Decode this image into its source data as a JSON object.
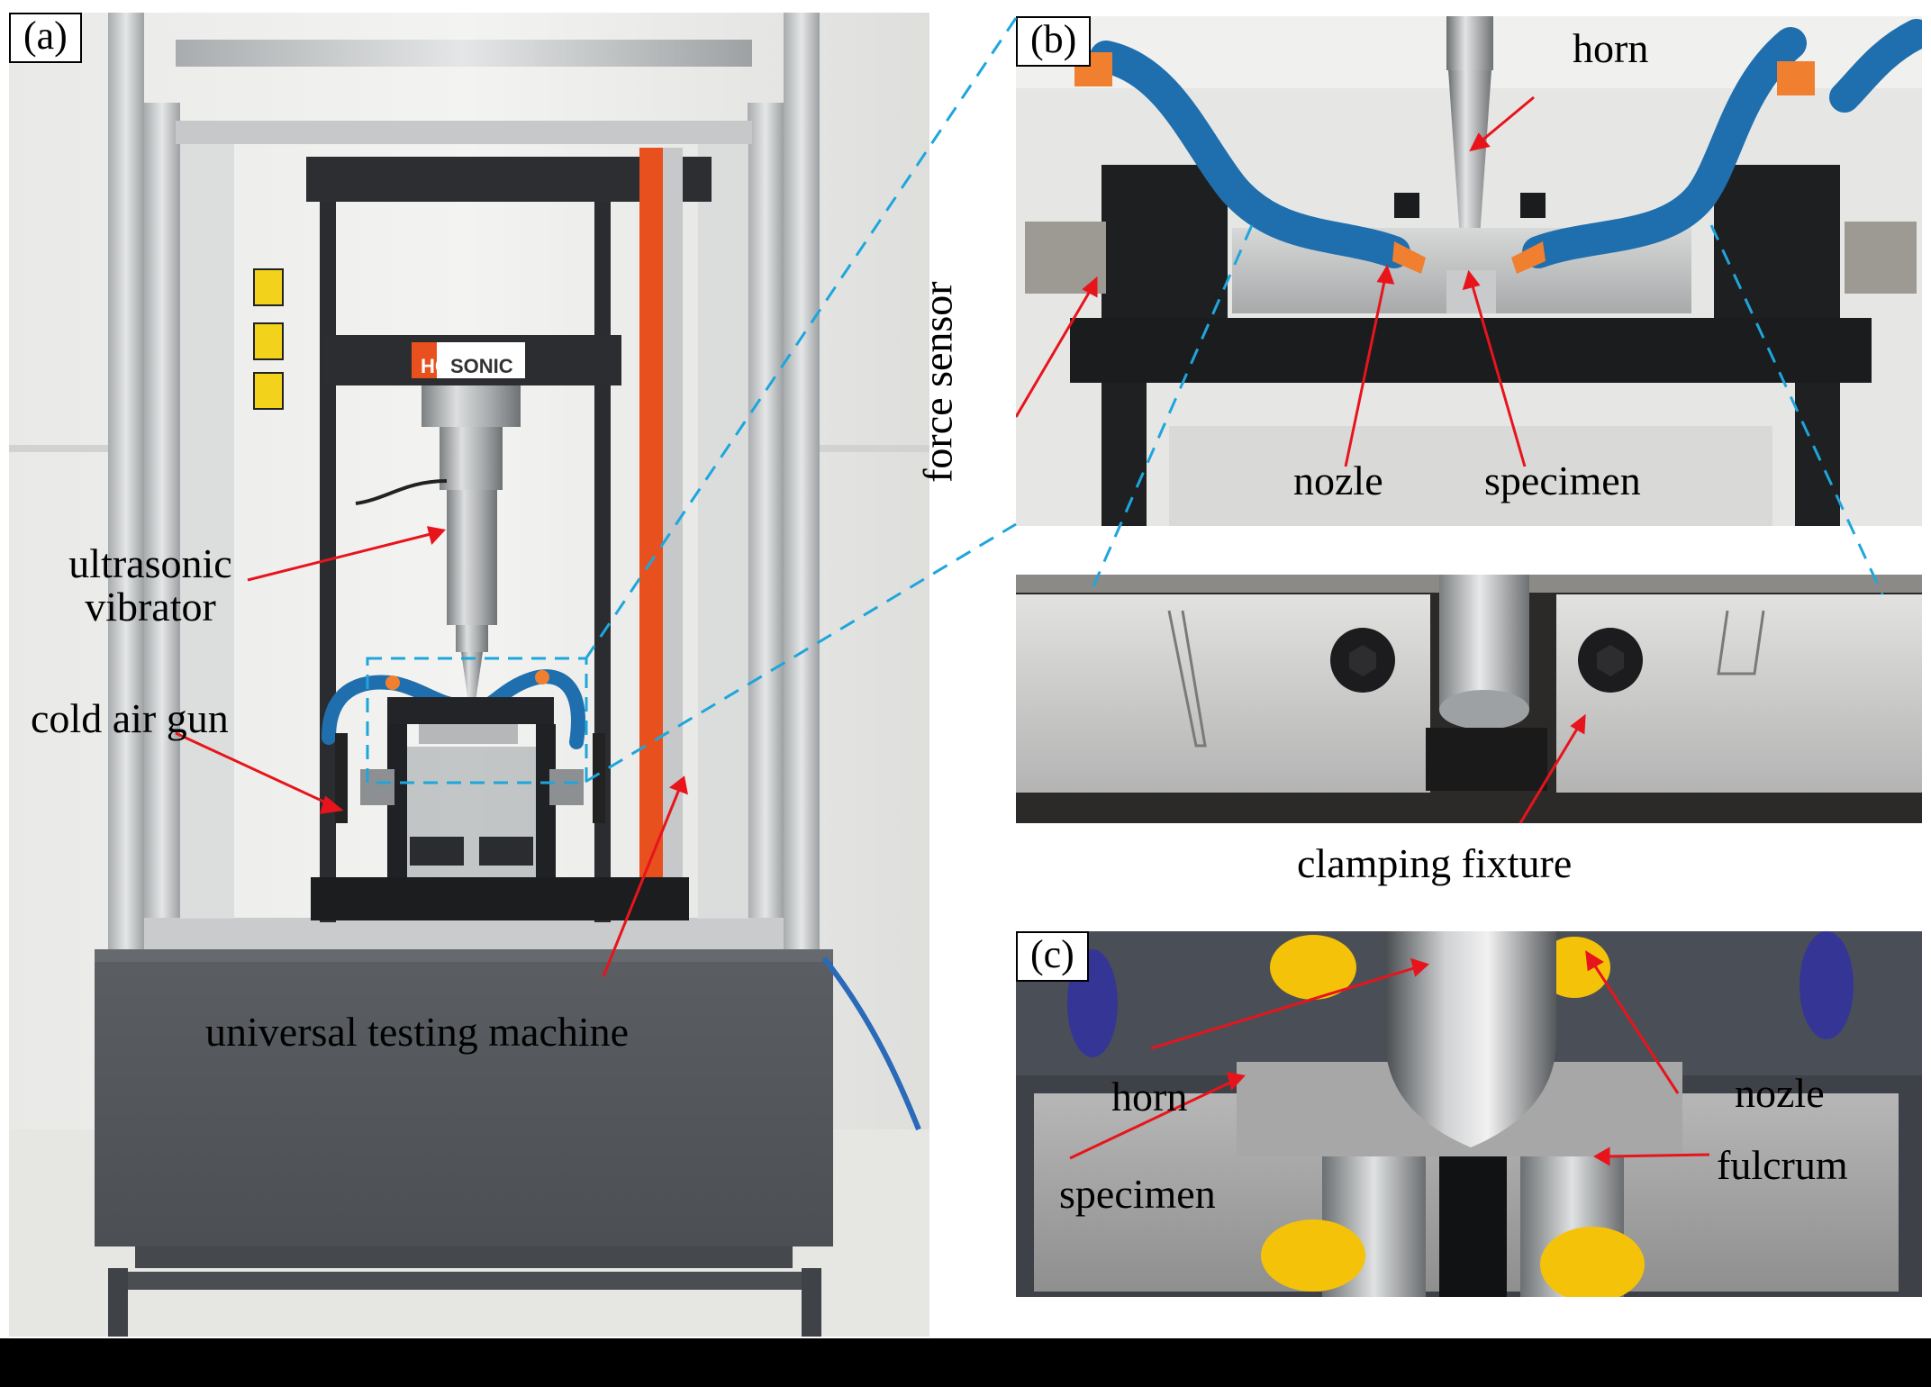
{
  "panels": {
    "a": {
      "label": "(a)"
    },
    "b": {
      "label": "(b)"
    },
    "c": {
      "label": "(c)"
    }
  },
  "brand": {
    "hc": "HC",
    "sonic": "SONIC"
  },
  "annotations": {
    "a": {
      "ultrasonic_vibrator": "ultrasonic\nvibrator",
      "cold_air_gun": "cold air gun",
      "universal_testing_machine": "universal testing machine"
    },
    "b": {
      "horn": "horn",
      "force_sensor": "force sensor",
      "nozle": "nozle",
      "specimen": "specimen",
      "clamping_fixture": "clamping fixture"
    },
    "c": {
      "horn": "horn",
      "nozle": "nozle",
      "specimen": "specimen",
      "fulcrum": "fulcrum"
    }
  },
  "colors": {
    "arrow": "#e8141c",
    "callout_dash": "#1ea6dc",
    "hose_blue": "#1f6fae",
    "nozzle_orange": "#f08030",
    "frame_orange": "#e8501e",
    "cabinet_gray": "#55585c",
    "steel": "#b9bbbd",
    "yellow_nozzle": "#f5c20a"
  }
}
